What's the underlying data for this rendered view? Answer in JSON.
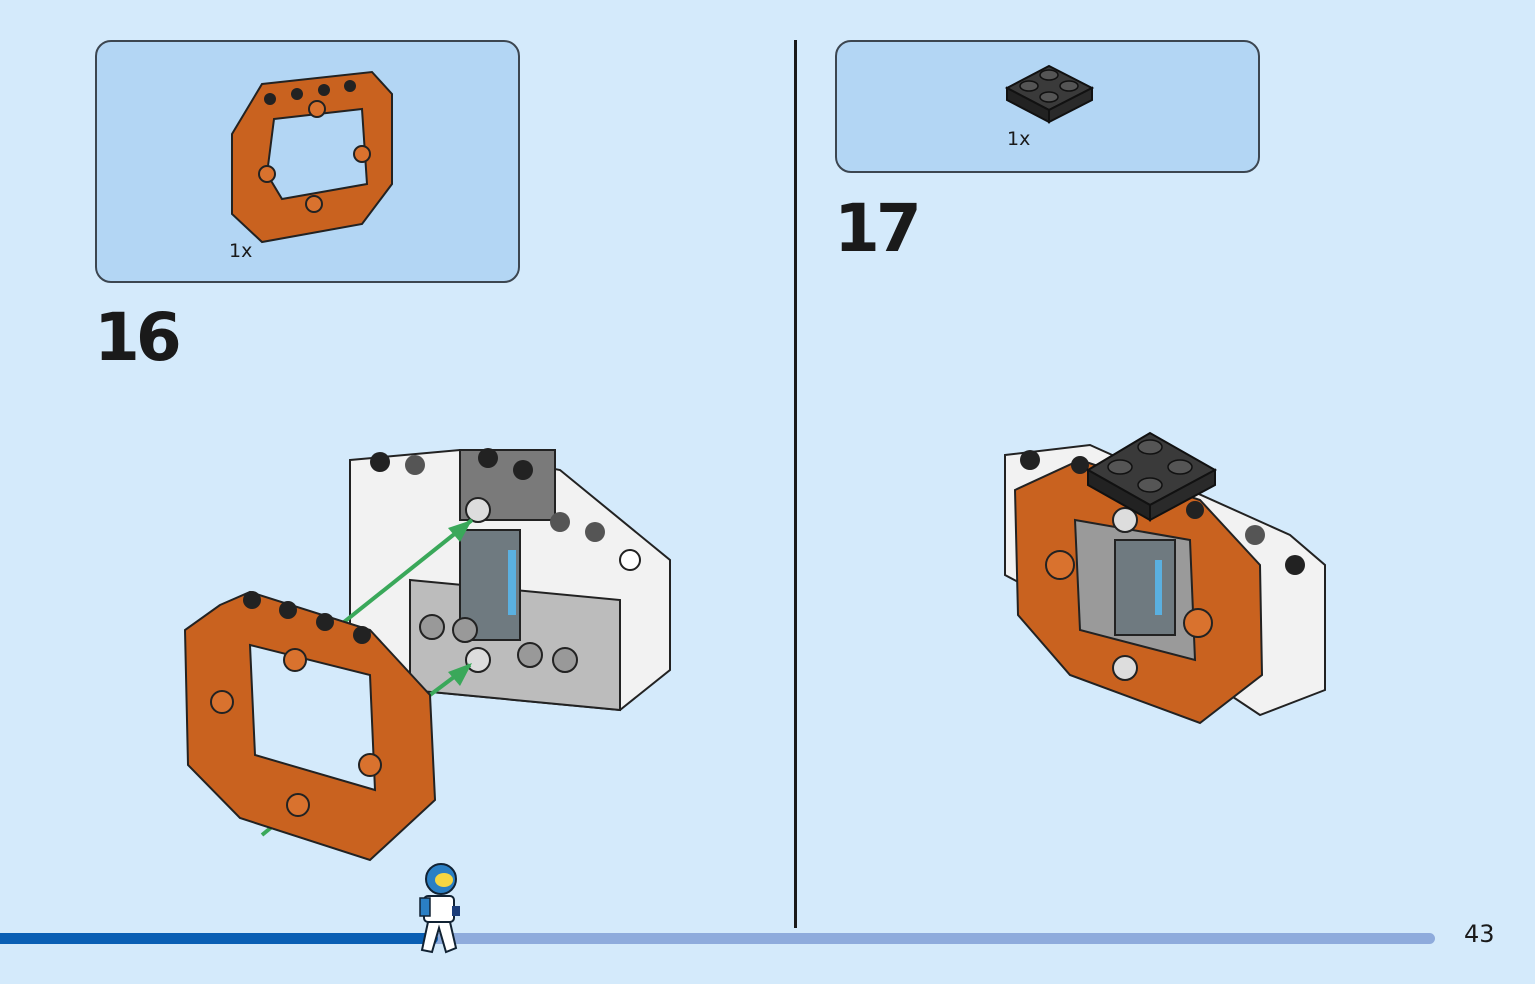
{
  "steps": [
    {
      "number": "16",
      "parts": [
        {
          "name": "orange-octagonal-frame",
          "quantity": "1x"
        }
      ]
    },
    {
      "number": "17",
      "parts": [
        {
          "name": "black-2x2-plate",
          "quantity": "1x"
        }
      ]
    }
  ],
  "page": {
    "number": "43",
    "progress": 0.305
  },
  "colors": {
    "background": "#d4eafb",
    "parts_box": "#b3d6f4",
    "orange": "#c9621f",
    "arrow": "#3aa85a",
    "progress_fill": "#0a5fb4",
    "progress_track": "#8eabdc"
  }
}
